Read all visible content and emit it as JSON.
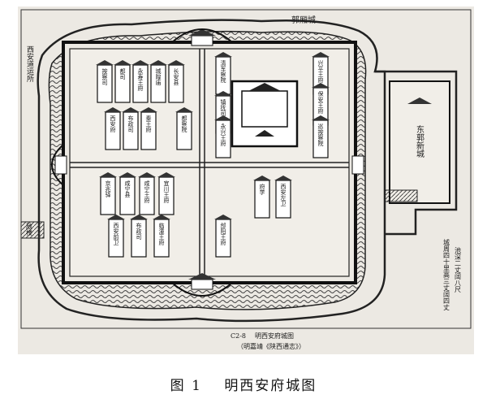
{
  "caption": {
    "number": "图 1",
    "title": "明西安府城图"
  },
  "map": {
    "plate_number": "C2-8",
    "plate_title": "明西安府城图",
    "source": "（明嘉靖《陕西通志》）",
    "top_label": "郭厢城",
    "left_top_label": "西安道运所",
    "left_bottom_label": "敌楼",
    "east_title": "东郭新城",
    "right_notes": [
      "池深二丈阔八尺",
      "城周四十里高三丈阔四丈"
    ],
    "buildings": [
      {
        "id": "b1",
        "label": "按察司"
      },
      {
        "id": "b2",
        "label": "都司"
      },
      {
        "id": "b3",
        "label": "永寿王府"
      },
      {
        "id": "b4",
        "label": "城隍庙"
      },
      {
        "id": "b5",
        "label": "长安县"
      },
      {
        "id": "b6",
        "label": "西安府"
      },
      {
        "id": "b7",
        "label": "布政司"
      },
      {
        "id": "b8",
        "label": "秦王府"
      },
      {
        "id": "b9",
        "label": "都察院"
      },
      {
        "id": "b10",
        "label": "清军察院"
      },
      {
        "id": "b11",
        "label": "镇抚司"
      },
      {
        "id": "b12",
        "label": "永兴王府"
      },
      {
        "id": "b13",
        "label": "兴平王府"
      },
      {
        "id": "b14",
        "label": "保安王府"
      },
      {
        "id": "b15",
        "label": "巡按察院"
      },
      {
        "id": "b16",
        "label": "京兆驿"
      },
      {
        "id": "b17",
        "label": "咸宁县"
      },
      {
        "id": "b18",
        "label": "咸宁王府"
      },
      {
        "id": "b19",
        "label": "宜川王府"
      },
      {
        "id": "b20",
        "label": "西安前卫"
      },
      {
        "id": "b21",
        "label": "布政司"
      },
      {
        "id": "b22",
        "label": "临潼王府"
      },
      {
        "id": "b23",
        "label": "郃阳王府"
      },
      {
        "id": "b24",
        "label": "府学"
      },
      {
        "id": "b25",
        "label": "西安左卫"
      }
    ]
  }
}
